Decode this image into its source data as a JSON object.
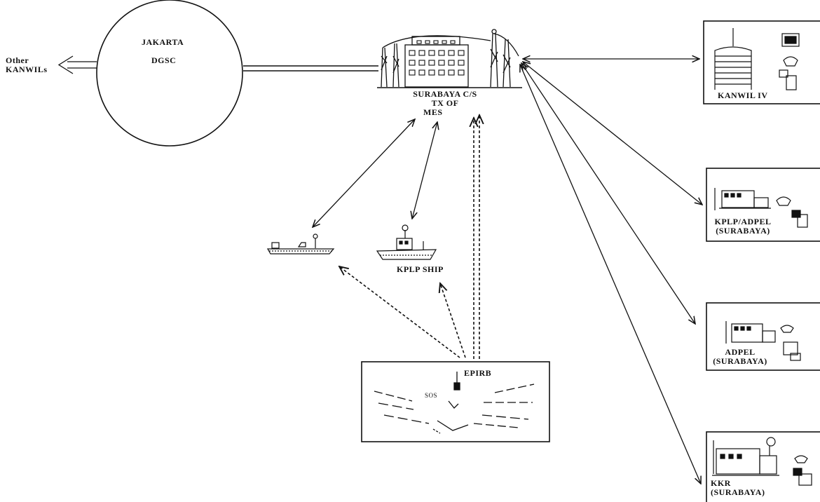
{
  "nodes": {
    "other": {
      "line1": "Other",
      "line2": "KANWILs"
    },
    "jakarta": {
      "line1": "JAKARTA",
      "line2": "DGSC"
    },
    "surabaya": {
      "line1": "SURABAYA C/S",
      "line2": "TX OF",
      "line3": "MES"
    },
    "kanwil": {
      "line1": "KANWIL IV"
    },
    "kplp_adpel": {
      "line1": "KPLP/ADPEL",
      "line2": "(SURABAYA)"
    },
    "adpel": {
      "line1": "ADPEL",
      "line2": "(SURABAYA)"
    },
    "kkr": {
      "line1": "KKR",
      "line2": "(SURABAYA)"
    },
    "kplp_ship": {
      "line1": "KPLP SHIP"
    },
    "epirb": {
      "line1": "EPIRB",
      "sos": "SOS"
    }
  },
  "colors": {
    "ink": "#111111",
    "paper": "#ffffff"
  }
}
